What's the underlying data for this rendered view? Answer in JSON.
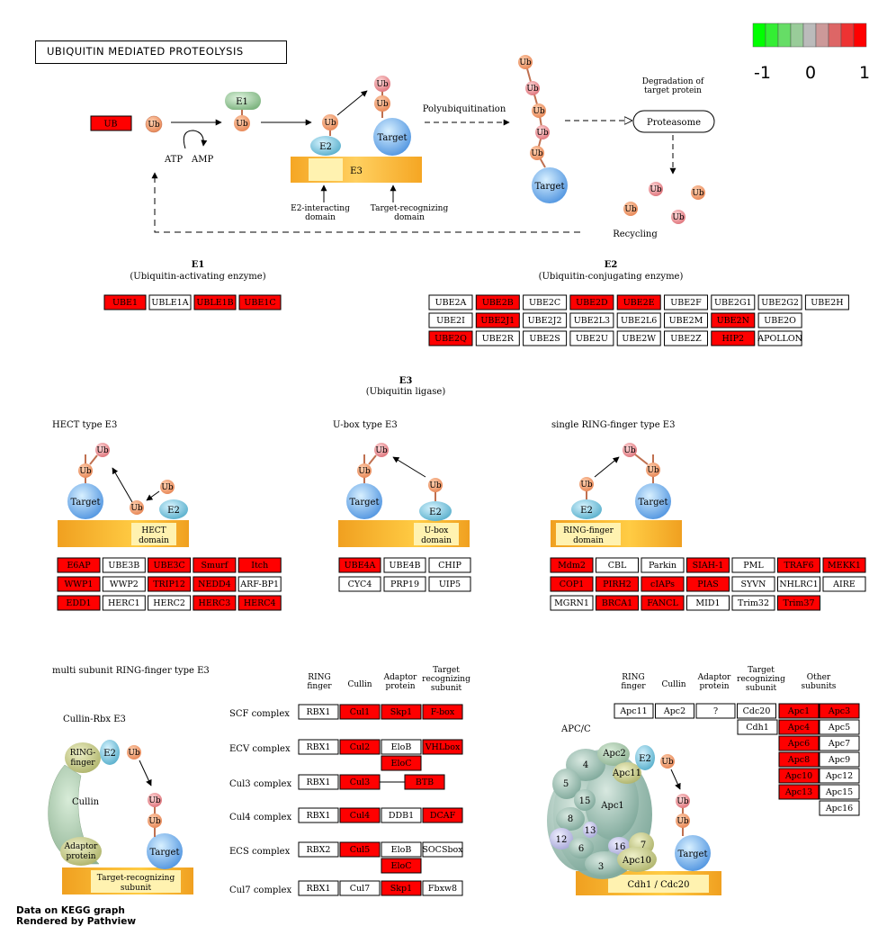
{
  "title": "UBIQUITIN MEDIATED PROTEOLYSIS",
  "legend": {
    "colors": [
      "#00ff00",
      "#33ee33",
      "#66dd66",
      "#99cc99",
      "#bbbbbb",
      "#cc9999",
      "#dd6666",
      "#ee3333",
      "#ff0000"
    ],
    "labels": [
      "-1",
      "0",
      "1"
    ]
  },
  "colors": {
    "up": "#ff0000",
    "none": "#ffffff"
  },
  "overview": {
    "ub_gene": "UB",
    "ub": "Ub",
    "e1": "E1",
    "e2": "E2",
    "e3": "E3",
    "target": "Target",
    "atp": "ATP",
    "amp": "AMP",
    "poly": "Polyubiquitination",
    "degradation": "Degradation of\ntarget protein",
    "proteasome": "Proteasome",
    "recycling": "Recycling",
    "e2_domain": "E2-interacting\ndomain",
    "target_domain": "Target-recognizing\ndomain"
  },
  "e1_section": {
    "title": "E1",
    "subtitle": "(Ubiquitin-activating enzyme)"
  },
  "e2_section": {
    "title": "E2",
    "subtitle": "(Ubiquitin-conjugating enzyme)"
  },
  "e3_section": {
    "title": "E3",
    "subtitle": "(Ubiquitin ligase)"
  },
  "e1_genes": [
    {
      "label": "UBE1",
      "hit": true
    },
    {
      "label": "UBLE1A",
      "hit": false
    },
    {
      "label": "UBLE1B",
      "hit": true
    },
    {
      "label": "UBE1C",
      "hit": true
    }
  ],
  "e2_genes": [
    [
      {
        "label": "UBE2A",
        "hit": false
      },
      {
        "label": "UBE2B",
        "hit": true
      },
      {
        "label": "UBE2C",
        "hit": false
      },
      {
        "label": "UBE2D",
        "hit": true
      },
      {
        "label": "UBE2E",
        "hit": true
      },
      {
        "label": "UBE2F",
        "hit": false
      },
      {
        "label": "UBE2G1",
        "hit": false
      },
      {
        "label": "UBE2G2",
        "hit": false
      },
      {
        "label": "UBE2H",
        "hit": false
      }
    ],
    [
      {
        "label": "UBE2I",
        "hit": false
      },
      {
        "label": "UBE2J1",
        "hit": true
      },
      {
        "label": "UBE2J2",
        "hit": false
      },
      {
        "label": "UBE2L3",
        "hit": false
      },
      {
        "label": "UBE2L6",
        "hit": false
      },
      {
        "label": "UBE2M",
        "hit": false
      },
      {
        "label": "UBE2N",
        "hit": true
      },
      {
        "label": "UBE2O",
        "hit": false
      }
    ],
    [
      {
        "label": "UBE2Q",
        "hit": true
      },
      {
        "label": "UBE2R",
        "hit": false
      },
      {
        "label": "UBE2S",
        "hit": false
      },
      {
        "label": "UBE2U",
        "hit": false
      },
      {
        "label": "UBE2W",
        "hit": false
      },
      {
        "label": "UBE2Z",
        "hit": false
      },
      {
        "label": "HIP2",
        "hit": true
      },
      {
        "label": "APOLLON",
        "hit": false
      }
    ]
  ],
  "hect": {
    "title": "HECT type E3",
    "domain": "HECT\ndomain",
    "genes": [
      [
        {
          "label": "E6AP",
          "hit": true
        },
        {
          "label": "UBE3B",
          "hit": false
        },
        {
          "label": "UBE3C",
          "hit": true
        },
        {
          "label": "Smurf",
          "hit": true
        },
        {
          "label": "Itch",
          "hit": true
        }
      ],
      [
        {
          "label": "WWP1",
          "hit": true
        },
        {
          "label": "WWP2",
          "hit": false
        },
        {
          "label": "TRIP12",
          "hit": true
        },
        {
          "label": "NEDD4",
          "hit": true
        },
        {
          "label": "ARF-BP1",
          "hit": false
        }
      ],
      [
        {
          "label": "EDD1",
          "hit": true
        },
        {
          "label": "HERC1",
          "hit": false
        },
        {
          "label": "HERC2",
          "hit": false
        },
        {
          "label": "HERC3",
          "hit": true
        },
        {
          "label": "HERC4",
          "hit": true
        }
      ]
    ]
  },
  "ubox": {
    "title": "U-box type E3",
    "domain": "U-box\ndomain",
    "genes": [
      [
        {
          "label": "UBE4A",
          "hit": true
        },
        {
          "label": "UBE4B",
          "hit": false
        },
        {
          "label": "CHIP",
          "hit": false
        }
      ],
      [
        {
          "label": "CYC4",
          "hit": false
        },
        {
          "label": "PRP19",
          "hit": false
        },
        {
          "label": "UIP5",
          "hit": false
        }
      ]
    ]
  },
  "ring": {
    "title": "single RING-finger type E3",
    "domain": "RING-finger\ndomain",
    "genes": [
      [
        {
          "label": "Mdm2",
          "hit": true
        },
        {
          "label": "CBL",
          "hit": false
        },
        {
          "label": "Parkin",
          "hit": false
        },
        {
          "label": "SIAH-1",
          "hit": true
        },
        {
          "label": "PML",
          "hit": false
        },
        {
          "label": "TRAF6",
          "hit": true
        },
        {
          "label": "MEKK1",
          "hit": true
        }
      ],
      [
        {
          "label": "COP1",
          "hit": true
        },
        {
          "label": "PIRH2",
          "hit": true
        },
        {
          "label": "cIAPs",
          "hit": true
        },
        {
          "label": "PIAS",
          "hit": true
        },
        {
          "label": "SYVN",
          "hit": false
        },
        {
          "label": "NHLRC1",
          "hit": false
        },
        {
          "label": "AIRE",
          "hit": false
        }
      ],
      [
        {
          "label": "MGRN1",
          "hit": false
        },
        {
          "label": "BRCA1",
          "hit": true
        },
        {
          "label": "FANCL",
          "hit": true
        },
        {
          "label": "MID1",
          "hit": false
        },
        {
          "label": "Trim32",
          "hit": false
        },
        {
          "label": "Trim37",
          "hit": true
        }
      ]
    ]
  },
  "multi": {
    "title": "multi subunit RING-finger type E3",
    "cullin_rbx": "Cullin-Rbx E3",
    "ring_finger": "RING-\nfinger",
    "cullin": "Cullin",
    "adaptor": "Adaptor\nprotein",
    "target_sub": "Target-recognizing\nsubunit",
    "headers": [
      "RING\nfinger",
      "Cullin",
      "Adaptor\nprotein",
      "Target\nrecognizing\nsubunit"
    ],
    "complexes": [
      {
        "name": "SCF complex",
        "cells": [
          {
            "label": "RBX1",
            "hit": false
          },
          {
            "label": "Cul1",
            "hit": true
          },
          {
            "label": "Skp1",
            "hit": true
          },
          {
            "label": "F-box",
            "hit": true
          }
        ]
      },
      {
        "name": "ECV complex",
        "cells": [
          {
            "label": "RBX1",
            "hit": false
          },
          {
            "label": "Cul2",
            "hit": true
          },
          {
            "label": "EloB",
            "hit": false
          },
          {
            "label": "VHLbox",
            "hit": true
          }
        ],
        "extra": {
          "label": "EloC",
          "hit": true
        }
      },
      {
        "name": "Cul3 complex",
        "cells": [
          {
            "label": "RBX1",
            "hit": false
          },
          {
            "label": "Cul3",
            "hit": true
          },
          {
            "label": "BTB",
            "hit": true
          }
        ]
      },
      {
        "name": "Cul4 complex",
        "cells": [
          {
            "label": "RBX1",
            "hit": false
          },
          {
            "label": "Cul4",
            "hit": true
          },
          {
            "label": "DDB1",
            "hit": false
          },
          {
            "label": "DCAF",
            "hit": true
          }
        ]
      },
      {
        "name": "ECS complex",
        "cells": [
          {
            "label": "RBX2",
            "hit": false
          },
          {
            "label": "Cul5",
            "hit": true
          },
          {
            "label": "EloB",
            "hit": false
          },
          {
            "label": "SOCSbox",
            "hit": false
          }
        ],
        "extra": {
          "label": "EloC",
          "hit": true
        }
      },
      {
        "name": "Cul7 complex",
        "cells": [
          {
            "label": "RBX1",
            "hit": false
          },
          {
            "label": "Cul7",
            "hit": false
          },
          {
            "label": "Skp1",
            "hit": true
          },
          {
            "label": "Fbxw8",
            "hit": false
          }
        ]
      }
    ]
  },
  "apc": {
    "title": "APC/C",
    "headers": [
      "RING\nfinger",
      "Cullin",
      "Adaptor\nprotein",
      "Target\nrecognizing\nsubunit",
      "Other\nsubunits"
    ],
    "row1": [
      {
        "label": "Apc11",
        "hit": false
      },
      {
        "label": "Apc2",
        "hit": false
      },
      {
        "label": "?",
        "hit": false
      },
      {
        "label": "Cdc20",
        "hit": false
      }
    ],
    "cdh1": {
      "label": "Cdh1",
      "hit": false
    },
    "other": [
      [
        {
          "label": "Apc1",
          "hit": true
        },
        {
          "label": "Apc3",
          "hit": true
        }
      ],
      [
        {
          "label": "Apc4",
          "hit": true
        },
        {
          "label": "Apc5",
          "hit": false
        }
      ],
      [
        {
          "label": "Apc6",
          "hit": true
        },
        {
          "label": "Apc7",
          "hit": false
        }
      ],
      [
        {
          "label": "Apc8",
          "hit": true
        },
        {
          "label": "Apc9",
          "hit": false
        }
      ],
      [
        {
          "label": "Apc10",
          "hit": true
        },
        {
          "label": "Apc12",
          "hit": false
        }
      ],
      [
        {
          "label": "Apc13",
          "hit": true
        },
        {
          "label": "Apc15",
          "hit": false
        }
      ],
      [
        null,
        {
          "label": "Apc16",
          "hit": false
        }
      ]
    ],
    "subunits": [
      "Apc2",
      "Apc11",
      "4",
      "5",
      "15",
      "Apc1",
      "8",
      "13",
      "12",
      "6",
      "16",
      "7",
      "3",
      "Apc10"
    ],
    "bar": "Cdh1 / Cdc20"
  },
  "footer": [
    "Data on KEGG graph",
    "Rendered by Pathview"
  ]
}
